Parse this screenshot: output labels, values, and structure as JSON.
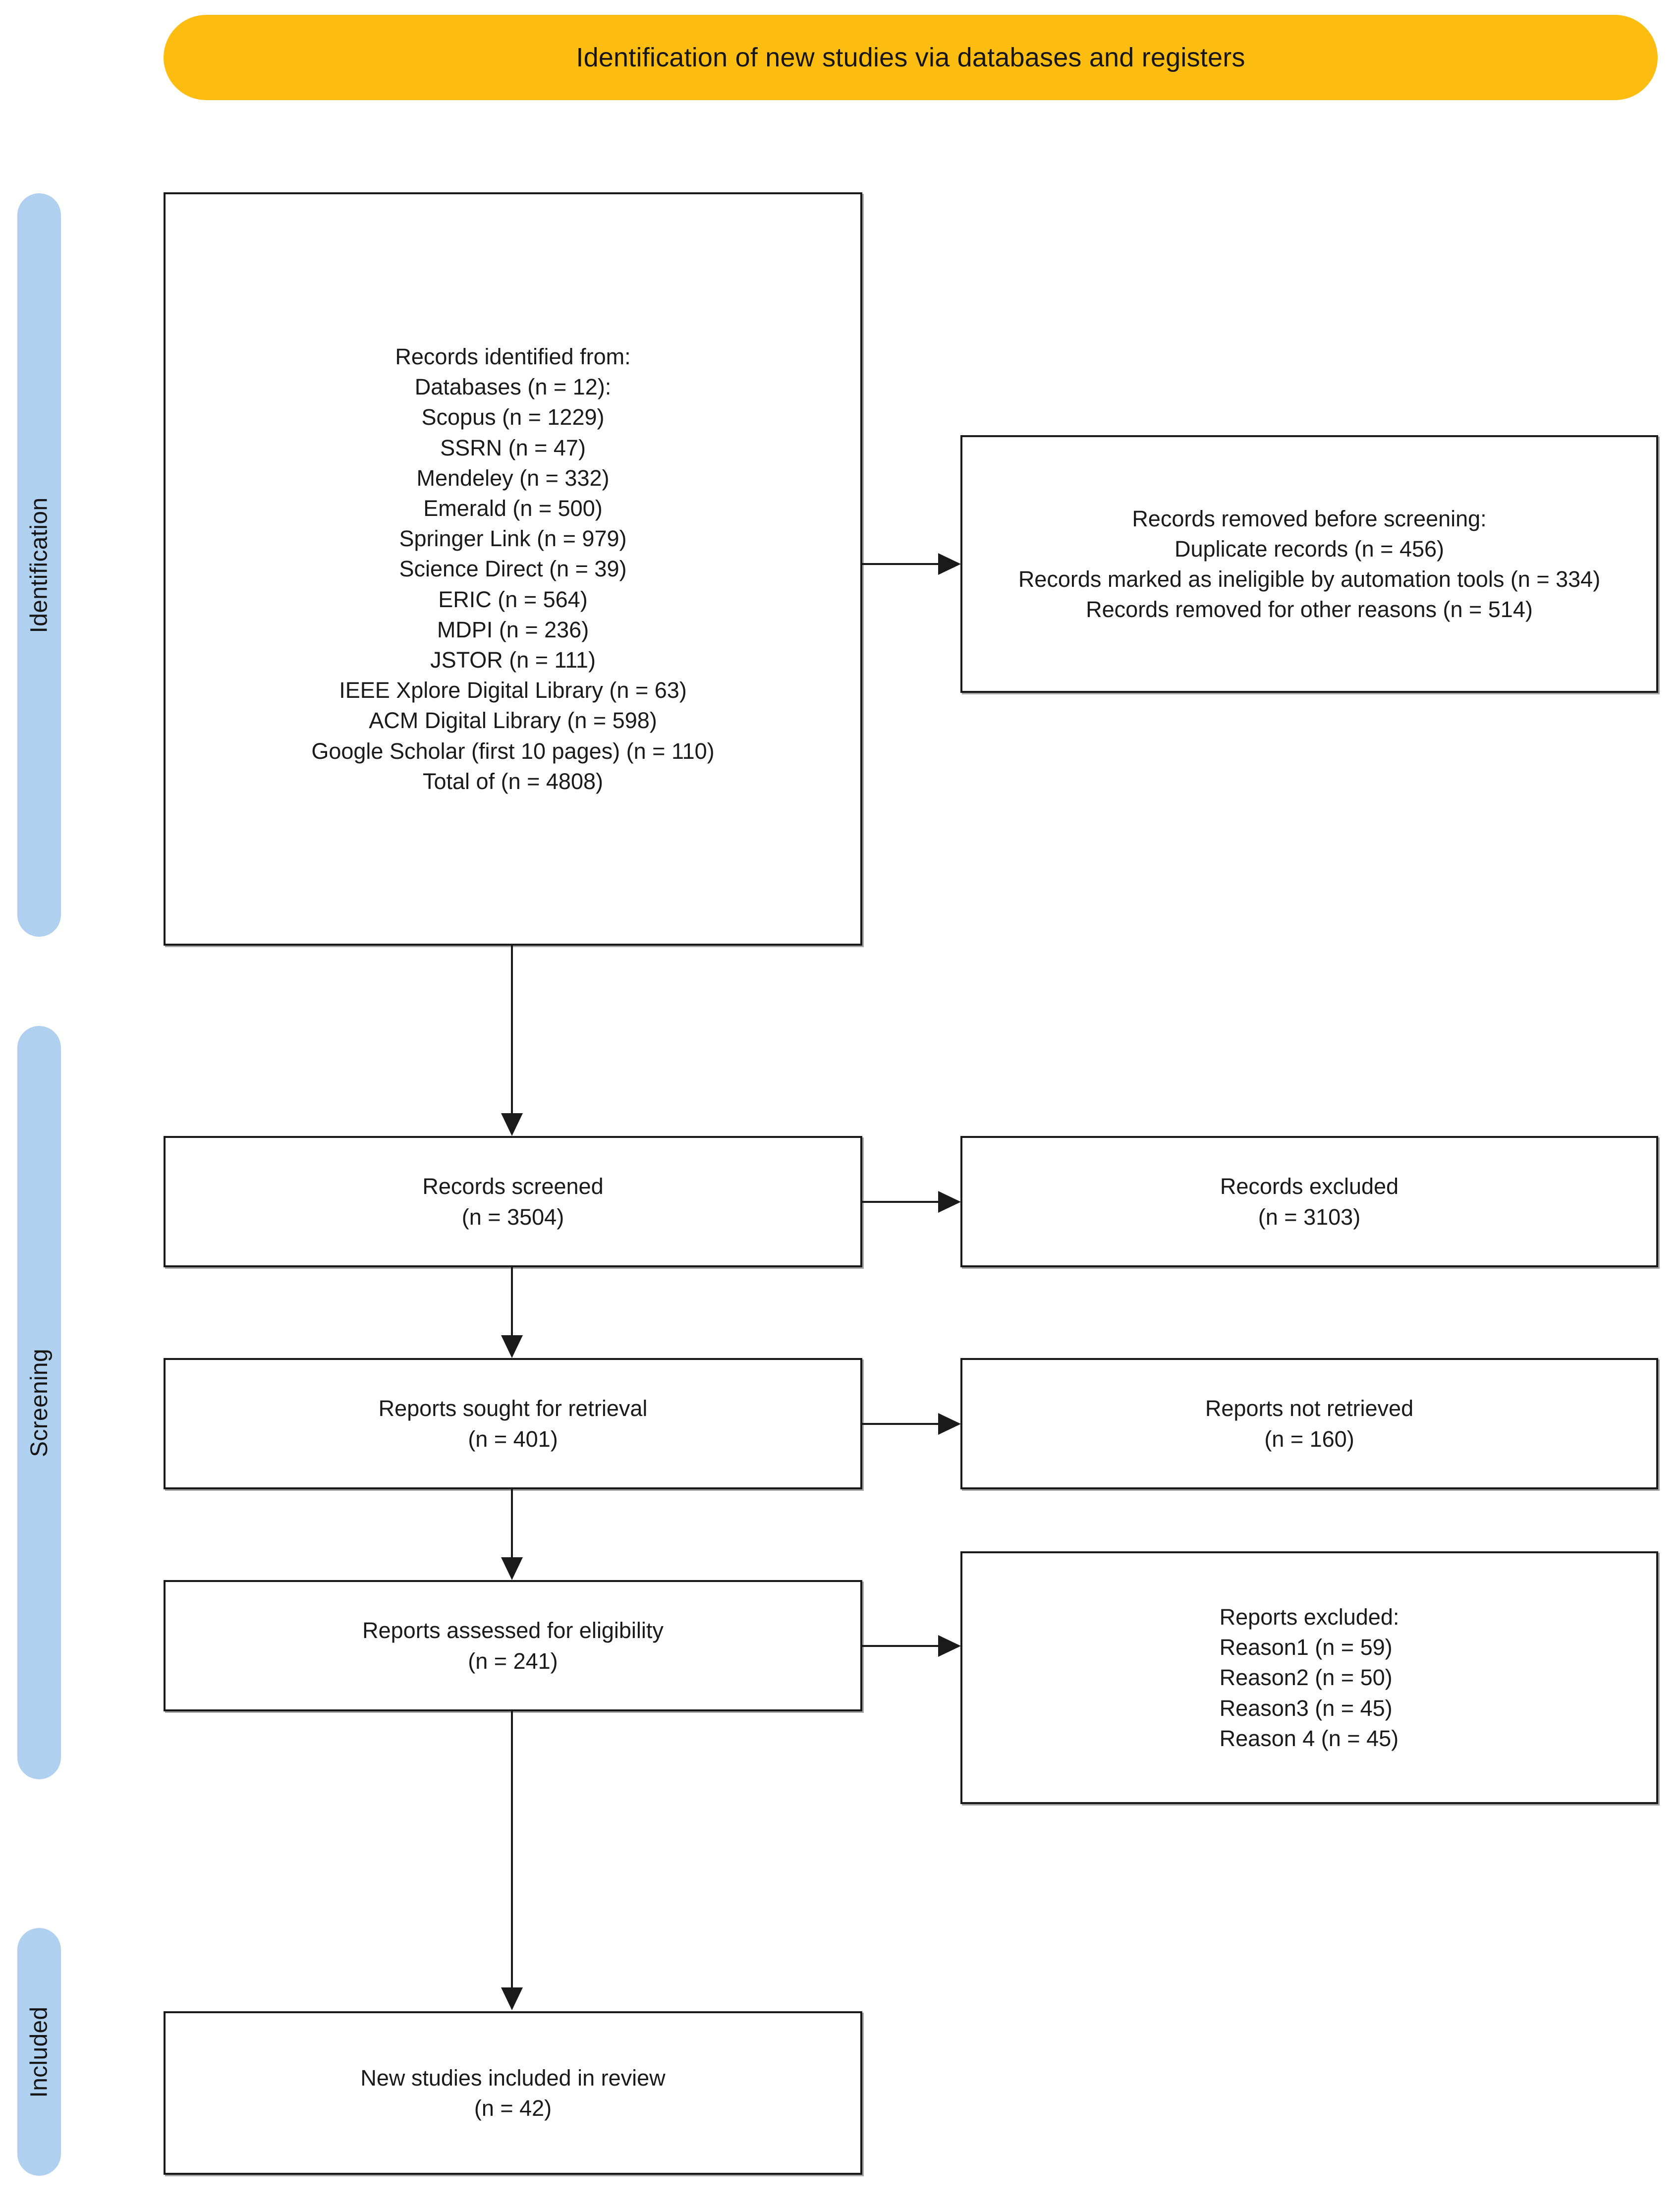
{
  "header": {
    "title": "Identification of new studies via databases and registers",
    "background_color": "#FDBD10"
  },
  "stages": {
    "accent_color": "#AFD0EE",
    "identification": "Identification",
    "screening": "Screening",
    "included": "Included"
  },
  "boxes": {
    "identified": {
      "name": "Records identified from",
      "text": "Records identified from:\nDatabases (n = 12):\nScopus (n = 1229)\nSSRN (n = 47)\nMendeley (n = 332)\nEmerald (n = 500)\nSpringer Link (n = 979)\nScience Direct (n = 39)\nERIC (n = 564)\nMDPI (n = 236)\nJSTOR (n = 111)\nIEEE Xplore Digital Library (n = 63)\nACM Digital Library (n = 598)\nGoogle Scholar (first 10 pages) (n = 110)\nTotal of (n = 4808)"
    },
    "removed_before_screening": {
      "name": "Records removed before screening",
      "text": "Records removed before screening:\nDuplicate records (n = 456)\nRecords marked as ineligible by automation tools (n = 334)\nRecords removed for other reasons (n = 514)"
    },
    "records_screened": {
      "name": "Records screened",
      "text": "Records screened\n(n = 3504)"
    },
    "records_excluded": {
      "name": "Records excluded",
      "text": "Records excluded\n(n = 3103)"
    },
    "reports_sought": {
      "name": "Reports sought for retrieval",
      "text": "Reports sought for retrieval\n(n = 401)"
    },
    "reports_not_retrieved": {
      "name": "Reports not retrieved",
      "text": "Reports not retrieved\n(n = 160)"
    },
    "reports_assessed": {
      "name": "Reports assessed for eligibility",
      "text": "Reports assessed for eligibility\n(n = 241)"
    },
    "reports_excluded": {
      "name": "Reports excluded",
      "text": "Reports excluded:\nReason1 (n = 59)\nReason2 (n = 50)\nReason3 (n = 45)\nReason 4 (n = 45)"
    },
    "new_studies_included": {
      "name": "New studies included in review",
      "text": "New studies included in review\n(n = 42)"
    }
  },
  "chart_data": {
    "type": "table",
    "title": "Identification of new studies via databases and registers",
    "stages": [
      "Identification",
      "Screening",
      "Included"
    ],
    "databases": {
      "count": 12,
      "names": [
        "Scopus",
        "SSRN",
        "Mendeley",
        "Emerald",
        "Springer Link",
        "Science Direct",
        "ERIC",
        "MDPI",
        "JSTOR",
        "IEEE Xplore Digital Library",
        "ACM Digital Library",
        "Google Scholar (first 10 pages)"
      ],
      "values": [
        1229,
        47,
        332,
        500,
        979,
        39,
        564,
        236,
        111,
        63,
        598,
        110
      ],
      "total": 4808
    },
    "removed_before_screening": {
      "duplicate_records": 456,
      "ineligible_by_automation_tools": 334,
      "other_reasons": 514
    },
    "flow": {
      "records_screened": 3504,
      "records_excluded": 3103,
      "reports_sought_for_retrieval": 401,
      "reports_not_retrieved": 160,
      "reports_assessed_for_eligibility": 241,
      "new_studies_included_in_review": 42
    },
    "reports_excluded": {
      "labels": [
        "Reason1",
        "Reason2",
        "Reason3",
        "Reason 4"
      ],
      "values": [
        59,
        50,
        45,
        45
      ]
    }
  }
}
